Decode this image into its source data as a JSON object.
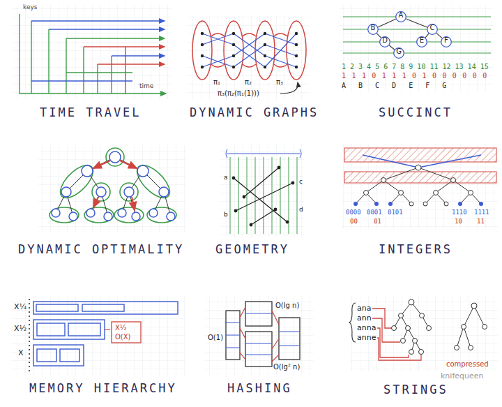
{
  "diagram": {
    "nodes": [
      {
        "text": [
          "A"
        ]
      },
      {
        "text": [
          "B"
        ]
      },
      {
        "text": [
          "C"
        ]
      },
      {
        "text": [
          "D"
        ]
      },
      {
        "text": [
          "E"
        ]
      },
      {
        "text": [
          "F"
        ]
      },
      {
        "text": [
          "G"
        ]
      }
    ],
    "edges": [
      {
        "from": 0,
        "to": 1,
        "arrow": "none"
      },
      {
        "from": 0,
        "to": 2,
        "arrow": "none"
      },
      {
        "from": 1,
        "to": 3,
        "arrow": "none"
      },
      {
        "from": 3,
        "to": 6,
        "arrow": "none"
      },
      {
        "from": 2,
        "to": 4,
        "arrow": "none"
      },
      {
        "from": 2,
        "to": 5,
        "arrow": "none"
      }
    ],
    "labels": [
      "TIME TRAVEL",
      "DYNAMIC GRAPHS",
      "SUCCINCT",
      "DYNAMIC OPTIMALITY",
      "GEOMETRY",
      "INTEGERS",
      "MEMORY HIERARCHY",
      "HASHING",
      "STRINGS",
      "keys",
      "time",
      "π₁",
      "π₂",
      "π₃",
      "π₃(π₂(π₁(1)))",
      "1 2 3 4 5 6 7 8 9 10 11 12 13 14 15",
      "1 1 1 0 1 1 1 0 1 0 0 0 0 0 0",
      "A B C D E F G",
      "0000",
      "0001",
      "0101",
      "1110",
      "1111",
      "00",
      "01",
      "10",
      "11",
      "a",
      "b",
      "c",
      "d",
      "X¼",
      "X½",
      "X",
      "X½",
      "O(X)",
      "O(1)",
      "O(lg n)",
      "O(lg² n)",
      "ana",
      "ann",
      "anna",
      "anne",
      "compressed",
      "knifequeen"
    ]
  }
}
